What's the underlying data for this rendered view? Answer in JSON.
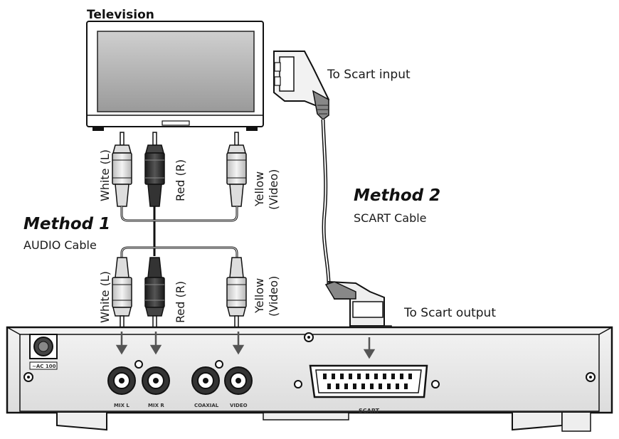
{
  "television": {
    "title": "Television"
  },
  "top_cables": {
    "white": "White (L)",
    "red": "Red (R)",
    "yellow_1": "Yellow",
    "yellow_2": "(Video)"
  },
  "bottom_cables": {
    "white": "White (L)",
    "red": "Red (R)",
    "yellow_1": "Yellow",
    "yellow_2": "(Video)"
  },
  "method1": {
    "title": "Method 1",
    "subtitle": "AUDIO Cable"
  },
  "method2": {
    "title": "Method 2",
    "subtitle": "SCART Cable"
  },
  "scart_labels": {
    "input": "To Scart input",
    "output": "To Scart output"
  },
  "device": {
    "power_label": "~AC 100",
    "ports": [
      "MIX L",
      "MIX R",
      "COAXIAL",
      "VIDEO"
    ],
    "scart_label": "SCART",
    "scart_jack_mark": "0"
  },
  "colors": {
    "line": "#111111",
    "plug_dark": "#2a2a2a",
    "plug_light": "#e8e8e8",
    "screen": "#bdbdbd"
  }
}
